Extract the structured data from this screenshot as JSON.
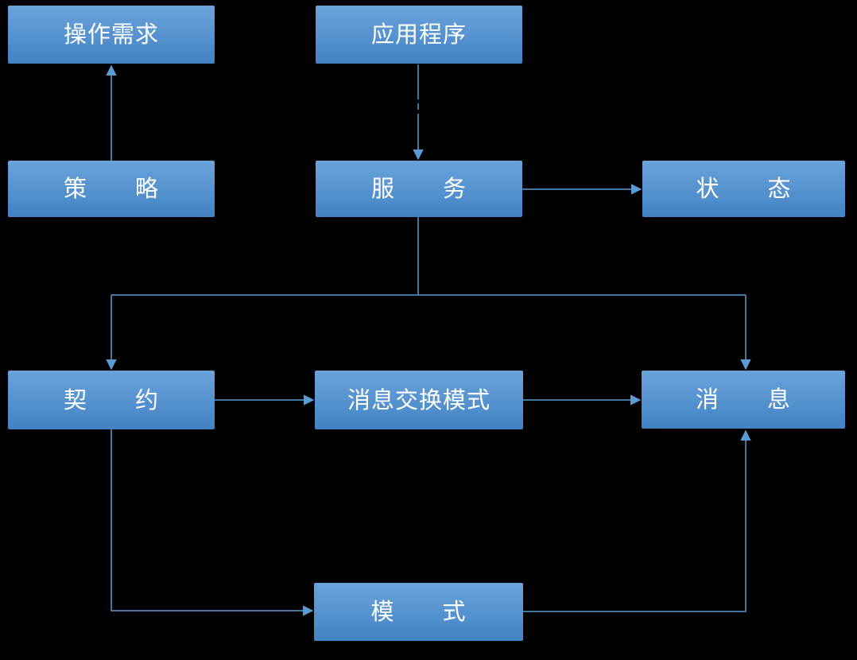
{
  "diagram": {
    "title": "SOA service model diagram",
    "colors": {
      "background": "#000000",
      "box_gradient_top": "#6BA3DB",
      "box_gradient_bottom": "#4283C4",
      "connector": "#5B9BD5",
      "text": "#FFFFFF"
    },
    "nodes": {
      "operation_requirements": {
        "label": "操作需求"
      },
      "application": {
        "label": "应用程序"
      },
      "strategy": {
        "label": "策　　略"
      },
      "service": {
        "label": "服　　务"
      },
      "state": {
        "label": "状　　态"
      },
      "contract": {
        "label": "契　　约"
      },
      "message_exchange_pattern": {
        "label": "消息交换模式"
      },
      "message": {
        "label": "消　　息"
      },
      "pattern": {
        "label": "模　　式"
      }
    },
    "edges": [
      {
        "from": "strategy",
        "to": "operation_requirements",
        "style": "solid",
        "direction": "up"
      },
      {
        "from": "application",
        "to": "service",
        "style": "solid-with-dashed-middle",
        "direction": "down"
      },
      {
        "from": "service",
        "to": "state",
        "style": "solid",
        "direction": "right"
      },
      {
        "from": "service",
        "to": "contract",
        "style": "solid",
        "direction": "down-branch-left"
      },
      {
        "from": "service",
        "to": "message",
        "style": "solid",
        "direction": "down-branch-right"
      },
      {
        "from": "contract",
        "to": "message_exchange_pattern",
        "style": "solid",
        "direction": "right"
      },
      {
        "from": "message_exchange_pattern",
        "to": "message",
        "style": "solid",
        "direction": "right"
      },
      {
        "from": "contract",
        "to": "pattern",
        "style": "solid",
        "direction": "down-then-right"
      },
      {
        "from": "pattern",
        "to": "message",
        "style": "solid",
        "direction": "right-then-up"
      }
    ]
  }
}
